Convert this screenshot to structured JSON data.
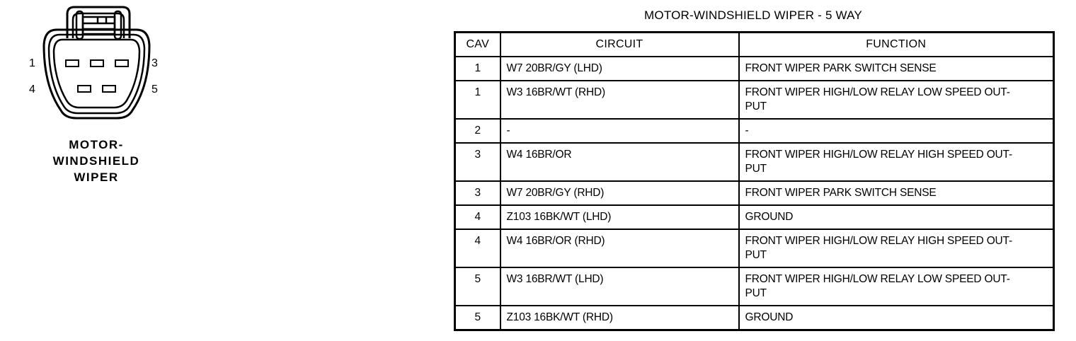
{
  "colors": {
    "ink": "#000000",
    "background": "#ffffff"
  },
  "connector": {
    "caption_lines": [
      "MOTOR-",
      "WINDSHIELD",
      "WIPER"
    ],
    "pin_labels": {
      "top_left": "1",
      "top_right": "3",
      "bottom_left": "4",
      "bottom_right": "5"
    }
  },
  "table": {
    "title": "MOTOR-WINDSHIELD WIPER - 5 WAY",
    "columns": [
      "CAV",
      "CIRCUIT",
      "FUNCTION"
    ],
    "rows": [
      {
        "cav": "1",
        "circuit": "W7 20BR/GY (LHD)",
        "function": "FRONT WIPER PARK SWITCH SENSE"
      },
      {
        "cav": "1",
        "circuit": "W3 16BR/WT (RHD)",
        "function": "FRONT WIPER HIGH/LOW RELAY LOW SPEED OUT-\nPUT"
      },
      {
        "cav": "2",
        "circuit": "-",
        "function": "-"
      },
      {
        "cav": "3",
        "circuit": "W4 16BR/OR",
        "function": "FRONT WIPER HIGH/LOW RELAY HIGH SPEED OUT-\nPUT"
      },
      {
        "cav": "3",
        "circuit": "W7 20BR/GY (RHD)",
        "function": "FRONT WIPER PARK SWITCH SENSE"
      },
      {
        "cav": "4",
        "circuit": "Z103 16BK/WT (LHD)",
        "function": "GROUND"
      },
      {
        "cav": "4",
        "circuit": "W4 16BR/OR (RHD)",
        "function": "FRONT WIPER HIGH/LOW RELAY HIGH SPEED OUT-\nPUT"
      },
      {
        "cav": "5",
        "circuit": "W3 16BR/WT (LHD)",
        "function": "FRONT WIPER HIGH/LOW RELAY LOW SPEED OUT-\nPUT"
      },
      {
        "cav": "5",
        "circuit": "Z103 16BK/WT (RHD)",
        "function": "GROUND"
      }
    ]
  }
}
